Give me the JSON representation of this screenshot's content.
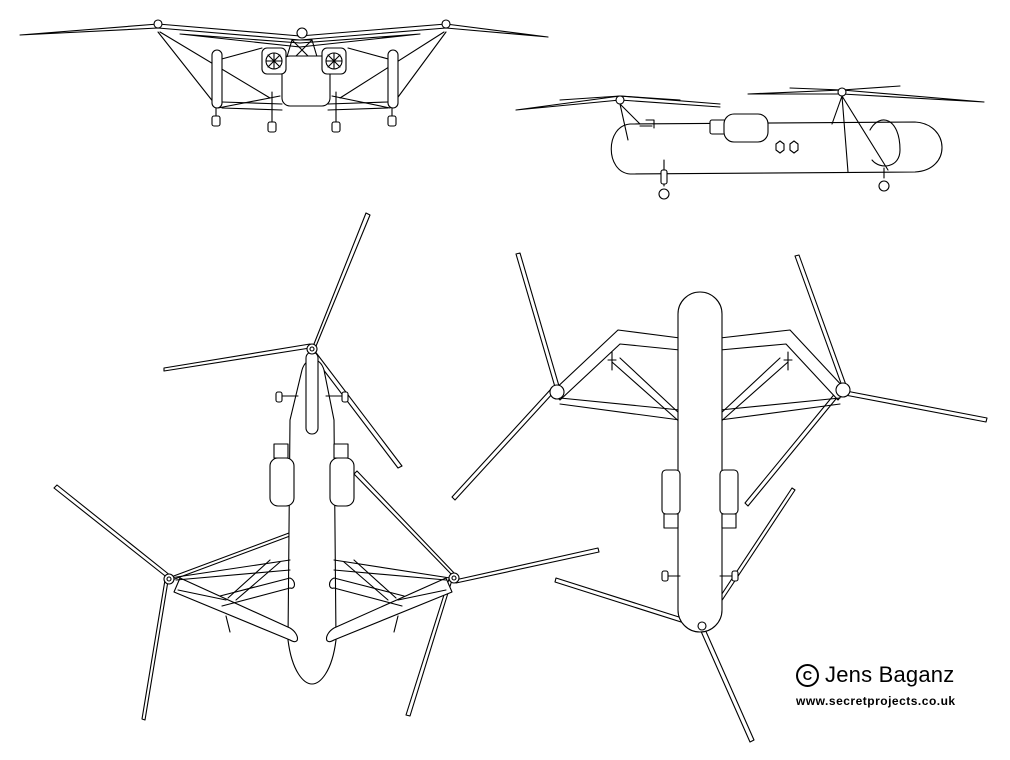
{
  "credit": {
    "symbol": "C",
    "author": "Jens Baganz",
    "site": "www.secretprojects.co.uk"
  },
  "colors": {
    "stroke": "#000000",
    "background": "#ffffff"
  }
}
